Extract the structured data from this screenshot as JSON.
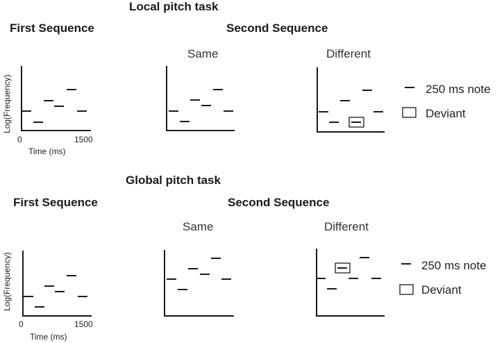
{
  "local": {
    "title": "Local pitch task",
    "first_heading": "First Sequence",
    "second_heading": "Second Sequence",
    "same_label": "Same",
    "different_label": "Different",
    "x_tick_start": "0",
    "x_tick_end": "1500",
    "x_label": "Time (ms)",
    "y_label": "Log(Frequency)",
    "legend_note": "250 ms note",
    "legend_deviant": "Deviant"
  },
  "global": {
    "title": "Global pitch task",
    "first_heading": "First Sequence",
    "second_heading": "Second Sequence",
    "same_label": "Same",
    "different_label": "Different",
    "x_tick_start": "0",
    "x_tick_end": "1500",
    "x_label": "Time (ms)",
    "y_label": "Log(Frequency)",
    "legend_note": "250 ms note",
    "legend_deviant": "Deviant"
  },
  "chart_data": [
    {
      "type": "scatter",
      "task": "local",
      "panel": "first",
      "x": [
        1,
        2,
        3,
        4,
        5,
        6
      ],
      "y": [
        3,
        1,
        5,
        4,
        7,
        3
      ],
      "deviant_index": null
    },
    {
      "type": "scatter",
      "task": "local",
      "panel": "same",
      "x": [
        1,
        2,
        3,
        4,
        5,
        6
      ],
      "y": [
        3,
        1,
        5,
        4,
        7,
        3
      ],
      "deviant_index": null
    },
    {
      "type": "scatter",
      "task": "local",
      "panel": "different",
      "x": [
        1,
        2,
        3,
        4,
        5,
        6
      ],
      "y": [
        3,
        1,
        5,
        1,
        7,
        3
      ],
      "deviant_index": 3
    },
    {
      "type": "scatter",
      "task": "global",
      "panel": "first",
      "x": [
        1,
        2,
        3,
        4,
        5,
        6
      ],
      "y": [
        3,
        1,
        5,
        4,
        7,
        3
      ],
      "deviant_index": null
    },
    {
      "type": "scatter",
      "task": "global",
      "panel": "same",
      "x": [
        1,
        2,
        3,
        4,
        5,
        6
      ],
      "y": [
        3,
        1,
        5,
        4,
        7,
        3
      ],
      "deviant_index": null
    },
    {
      "type": "scatter",
      "task": "global",
      "panel": "different",
      "x": [
        1,
        2,
        3,
        4,
        5,
        6
      ],
      "y": [
        3,
        1,
        5,
        3,
        7,
        3
      ],
      "deviant_index": 2
    }
  ]
}
